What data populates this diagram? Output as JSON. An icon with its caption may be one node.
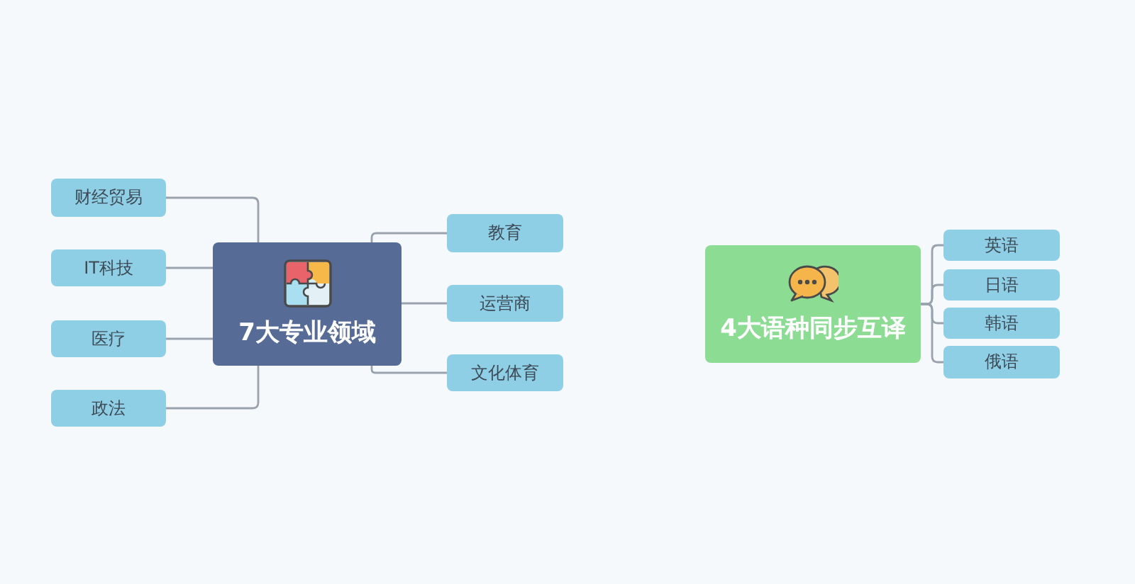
{
  "diagram": {
    "nodes": [
      {
        "text": [
          "7大专业领域"
        ]
      },
      {
        "text": [
          "财经贸易"
        ]
      },
      {
        "text": [
          "IT科技"
        ]
      },
      {
        "text": [
          "医疗"
        ]
      },
      {
        "text": [
          "政法"
        ]
      },
      {
        "text": [
          "教育"
        ]
      },
      {
        "text": [
          "运营商"
        ]
      },
      {
        "text": [
          "文化体育"
        ]
      },
      {
        "text": [
          "4大语种同步互译"
        ]
      },
      {
        "text": [
          "英语"
        ]
      },
      {
        "text": [
          "日语"
        ]
      },
      {
        "text": [
          "韩语"
        ]
      },
      {
        "text": [
          "俄语"
        ]
      }
    ],
    "edges": [
      {
        "from": 0,
        "to": 1,
        "arrow": "none"
      },
      {
        "from": 0,
        "to": 2,
        "arrow": "none"
      },
      {
        "from": 0,
        "to": 3,
        "arrow": "none"
      },
      {
        "from": 0,
        "to": 4,
        "arrow": "none"
      },
      {
        "from": 0,
        "to": 5,
        "arrow": "none"
      },
      {
        "from": 0,
        "to": 6,
        "arrow": "none"
      },
      {
        "from": 0,
        "to": 7,
        "arrow": "none"
      },
      {
        "from": 8,
        "to": 9,
        "arrow": "none"
      },
      {
        "from": 8,
        "to": 10,
        "arrow": "none"
      },
      {
        "from": 8,
        "to": 11,
        "arrow": "none"
      },
      {
        "from": 8,
        "to": 12,
        "arrow": "none"
      }
    ]
  }
}
